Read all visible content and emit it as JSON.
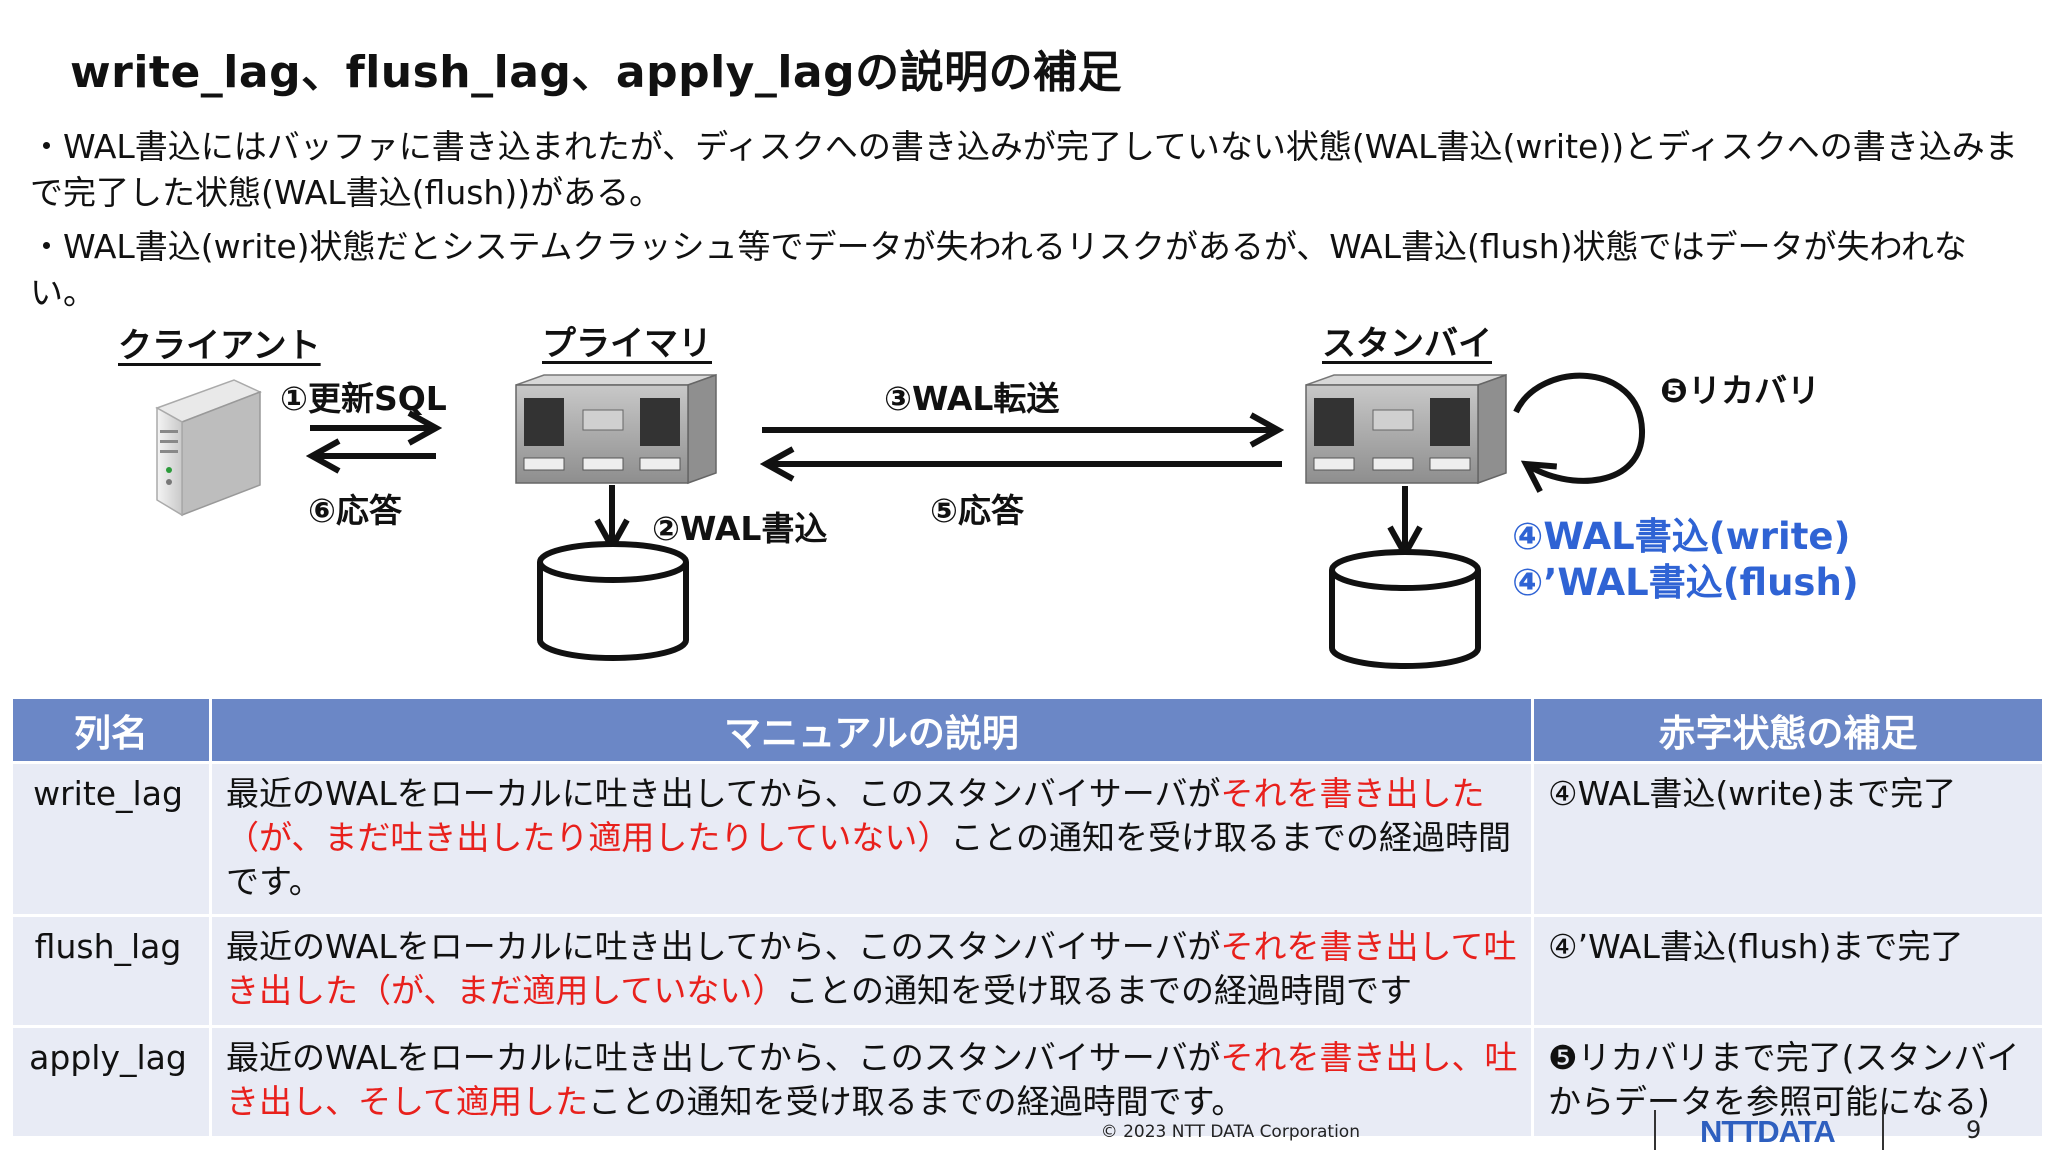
{
  "slide": {
    "title": "write_lag、flush_lag、apply_lagの説明の補足",
    "bullets": [
      "・WAL書込にはバッファに書き込まれたが、ディスクへの書き込みが完了していない状態(WAL書込(write))とディスクへの書き込みまで完了した状態(WAL書込(flush))がある。",
      "・WAL書込(write)状態だとシステムクラッシュ等でデータが失われるリスクがあるが、WAL書込(flush)状態ではデータが失われない。"
    ]
  },
  "diagram": {
    "client_label": "クライアント",
    "primary_label": "プライマリ",
    "standby_label": "スタンバイ",
    "step1": "①更新SQL",
    "step6": "⑥応答",
    "step2": "②WAL書込",
    "step3": "③WAL転送",
    "step5": "⑤応答",
    "step5_recovery": "❺リカバリ",
    "step4_write": "④WAL書込(write)",
    "step4_flush": "④’WAL書込(flush)",
    "accent_blue": "#2f63d4"
  },
  "table": {
    "headers": [
      "列名",
      "マニュアルの説明",
      "赤字状態の補足"
    ],
    "rows": [
      {
        "name": "write_lag",
        "desc_pre": "最近のWALをローカルに吐き出してから、このスタンバイサーバが",
        "desc_red": "それを書き出した（が、まだ吐き出したり適用したりしていない）",
        "desc_post": "ことの通知を受け取るまでの経過時間です。",
        "note": "④WAL書込(write)まで完了"
      },
      {
        "name": "flush_lag",
        "desc_pre": "最近のWALをローカルに吐き出してから、このスタンバイサーバが",
        "desc_red": "それを書き出して吐き出した（が、まだ適用していない）",
        "desc_post": "ことの通知を受け取るまでの経過時間です",
        "note": "④’WAL書込(flush)まで完了"
      },
      {
        "name": "apply_lag",
        "desc_pre": "最近のWALをローカルに吐き出してから、このスタンバイサーバが",
        "desc_red": "それを書き出し、吐き出し、そして適用した",
        "desc_post": "ことの通知を受け取るまでの経過時間です。",
        "note": "❺リカバリまで完了(スタンバイからデータを参照可能になる)"
      }
    ],
    "header_color": "#6b87c6",
    "row_color": "#e8ebf5",
    "highlight_color": "#e8201c"
  },
  "footer": {
    "copyright": "© 2023 NTT DATA Corporation",
    "logo": "NTTDATA",
    "page": "9"
  }
}
